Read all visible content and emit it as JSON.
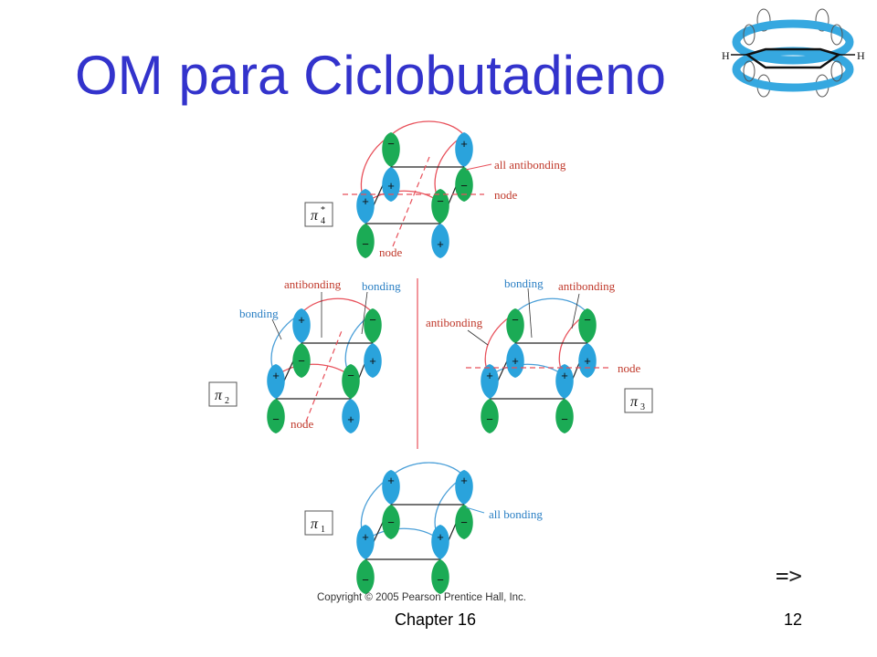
{
  "slide": {
    "title": "OM para Ciclobutadieno",
    "chapter": "Chapter 16",
    "page_number": "12",
    "nav_arrow": "=>",
    "copyright": "Copyright © 2005 Pearson Prentice Hall, Inc."
  },
  "colors": {
    "title": "#3333cc",
    "lobe_blue": "#2aa3dc",
    "lobe_green": "#1bab55",
    "antibonding_red": "#e8505a",
    "bonding_blue": "#4a9fd8",
    "node_red": "#e8505a"
  },
  "logo": {
    "left_atom": "H",
    "right_atom": "H"
  },
  "orbitals": {
    "pi4": {
      "label_main": "π",
      "label_sub": "4",
      "label_sup": "*",
      "annot_top": "all antibonding",
      "annot_node_h": "node",
      "annot_node_d": "node"
    },
    "pi2": {
      "label_main": "π",
      "label_sub": "2",
      "annot_antibonding": "antibonding",
      "annot_bonding_top": "bonding",
      "annot_bonding_left": "bonding",
      "annot_node": "node"
    },
    "pi3": {
      "label_main": "π",
      "label_sub": "3",
      "annot_bonding": "bonding",
      "annot_antibonding_top": "antibonding",
      "annot_antibonding_left": "antibonding",
      "annot_node": "node"
    },
    "pi1": {
      "label_main": "π",
      "label_sub": "1",
      "annot_all": "all bonding"
    }
  },
  "signs": {
    "plus": "+",
    "minus": "−"
  }
}
